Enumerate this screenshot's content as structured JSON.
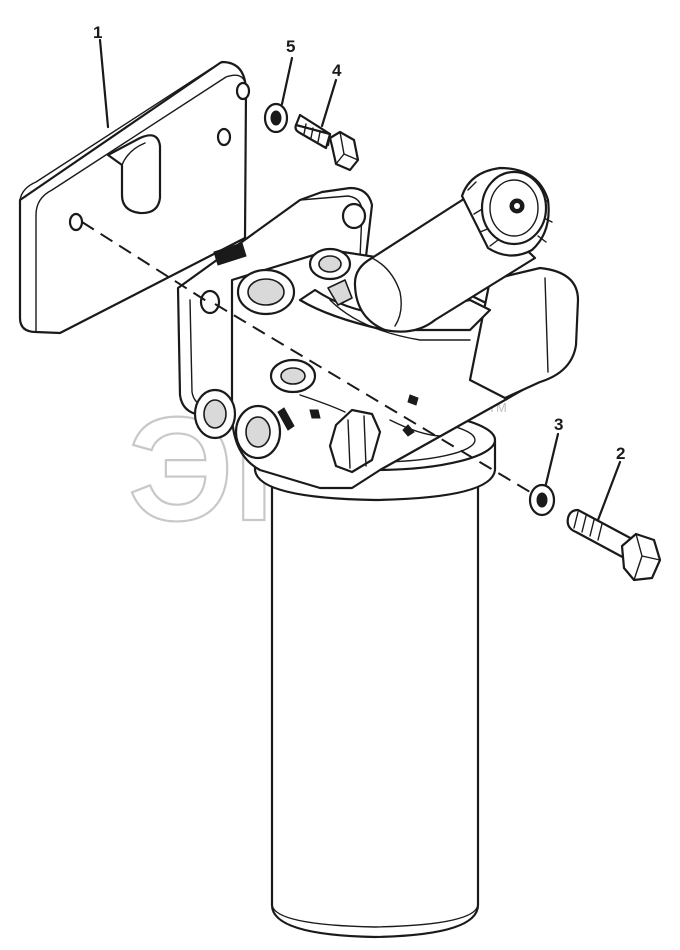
{
  "callouts": [
    {
      "id": "1",
      "label": "1"
    },
    {
      "id": "2",
      "label": "2"
    },
    {
      "id": "3",
      "label": "3"
    },
    {
      "id": "4",
      "label": "4"
    },
    {
      "id": "5",
      "label": "5"
    }
  ],
  "watermark": {
    "text": "ЭПЛ",
    "trademark": "TM"
  }
}
